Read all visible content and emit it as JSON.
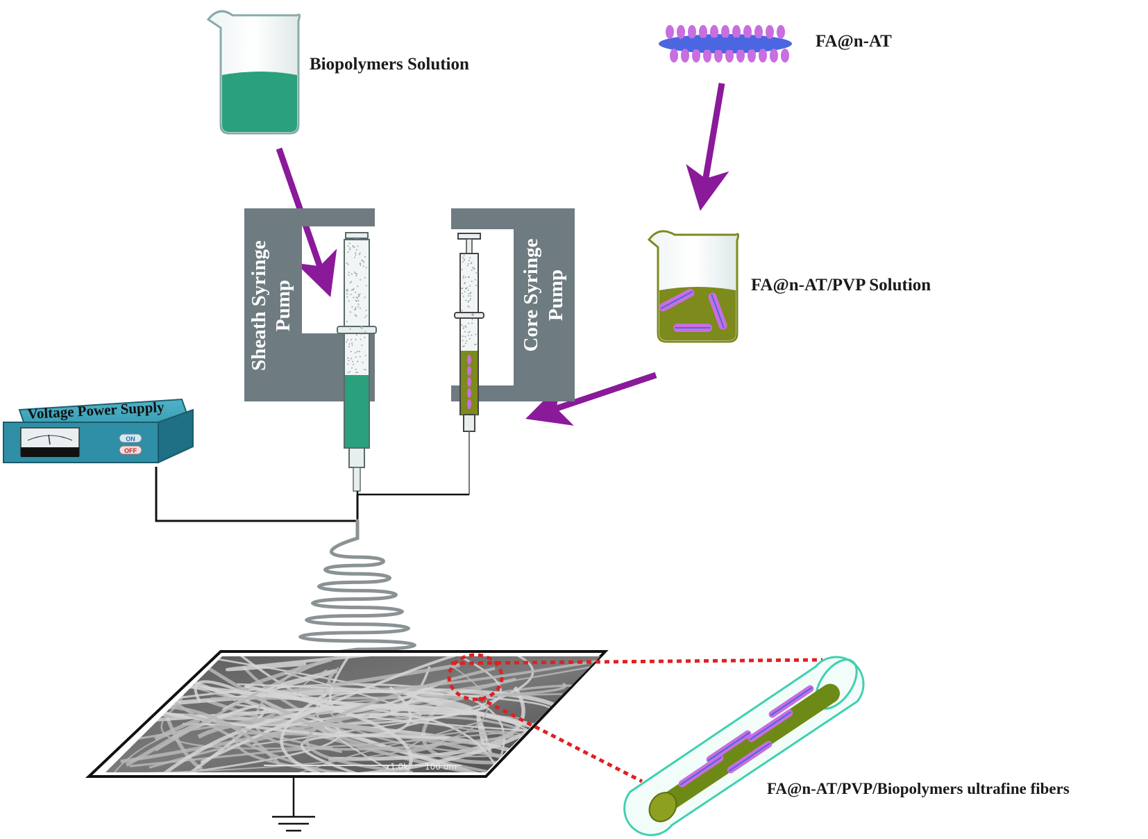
{
  "labels": {
    "biopolymers_solution": "Biopolymers Solution",
    "fa_nat": "FA@n-AT",
    "fa_nat_pvp_solution": "FA@n-AT/PVP Solution",
    "sheath_pump_line1": "Sheath Syringe",
    "sheath_pump_line2": "Pump",
    "core_pump_line1": "Core Syringe",
    "core_pump_line2": "Pump",
    "voltage_power_supply": "Voltage Power Supply",
    "switch_on": "ON",
    "switch_off": "OFF",
    "fibers": "FA@n-AT/PVP/Biopolymers ultrafine fibers",
    "sem_magnification": "x1.0k",
    "sem_scale": "100 um"
  },
  "colors": {
    "sheath_solution": "#2aa07c",
    "core_solution": "#7d8a1c",
    "particle": "#c86ee0",
    "particle_core": "#4a66e0",
    "arrow": "#8a1a9a",
    "pump_body": "#6e7b80",
    "supply_body": "#2f8fa6",
    "zoom_line": "#e02020",
    "fiber_sheath": "#3fd0b0",
    "fiber_core": "#6e8a16"
  },
  "icons": [
    "beaker-icon",
    "syringe-icon",
    "ground-icon",
    "arrow-icon"
  ]
}
